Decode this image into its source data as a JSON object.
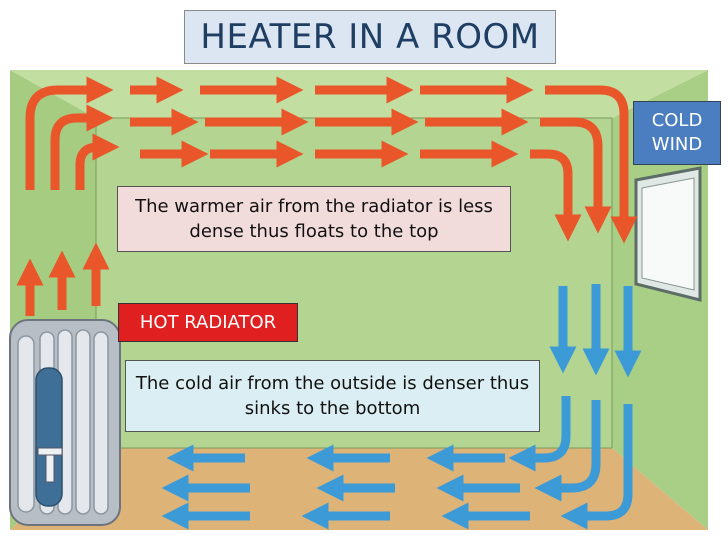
{
  "title": "HEATER IN A ROOM",
  "labels": {
    "warm_air": "The warmer air from the radiator is less dense thus floats to the top",
    "hot_radiator": "HOT RADIATOR",
    "cold_air": "The cold air from the outside is denser thus sinks to the bottom",
    "cold_wind": "COLD WIND"
  },
  "colors": {
    "wall": "#b3d591",
    "floor": "#deb378",
    "warm_arrow": "#e8562a",
    "cold_arrow": "#3c9ad6",
    "title_text": "#1f3e63"
  }
}
